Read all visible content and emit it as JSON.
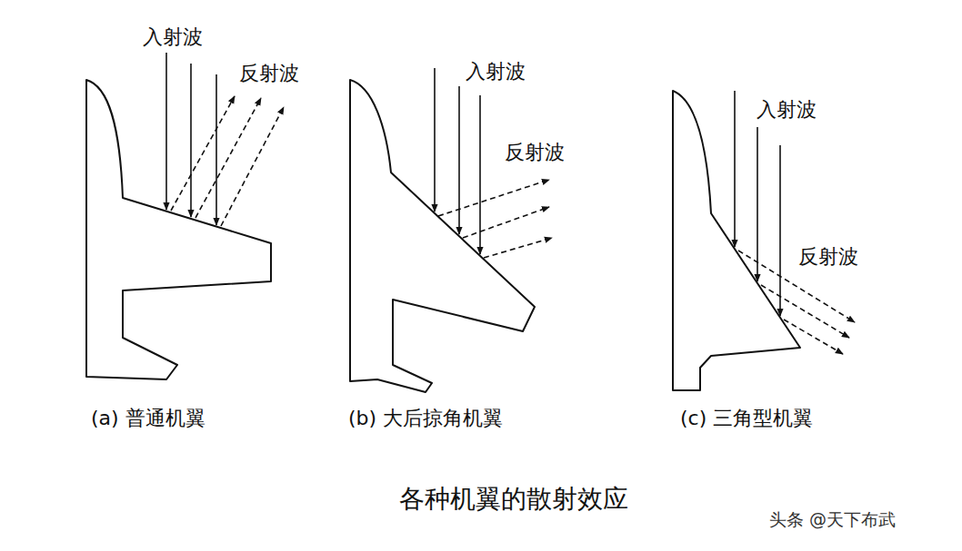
{
  "diagram": {
    "caption": "各种机翼的散射效应",
    "labels": [
      "入射波",
      "反射波",
      "(a) 普通机翼",
      "入射波",
      "反射波",
      "(b) 大后掠角机翼",
      "入射波",
      "反射波",
      "(c) 三角型机翼",
      "头条 @天下布武"
    ]
  }
}
